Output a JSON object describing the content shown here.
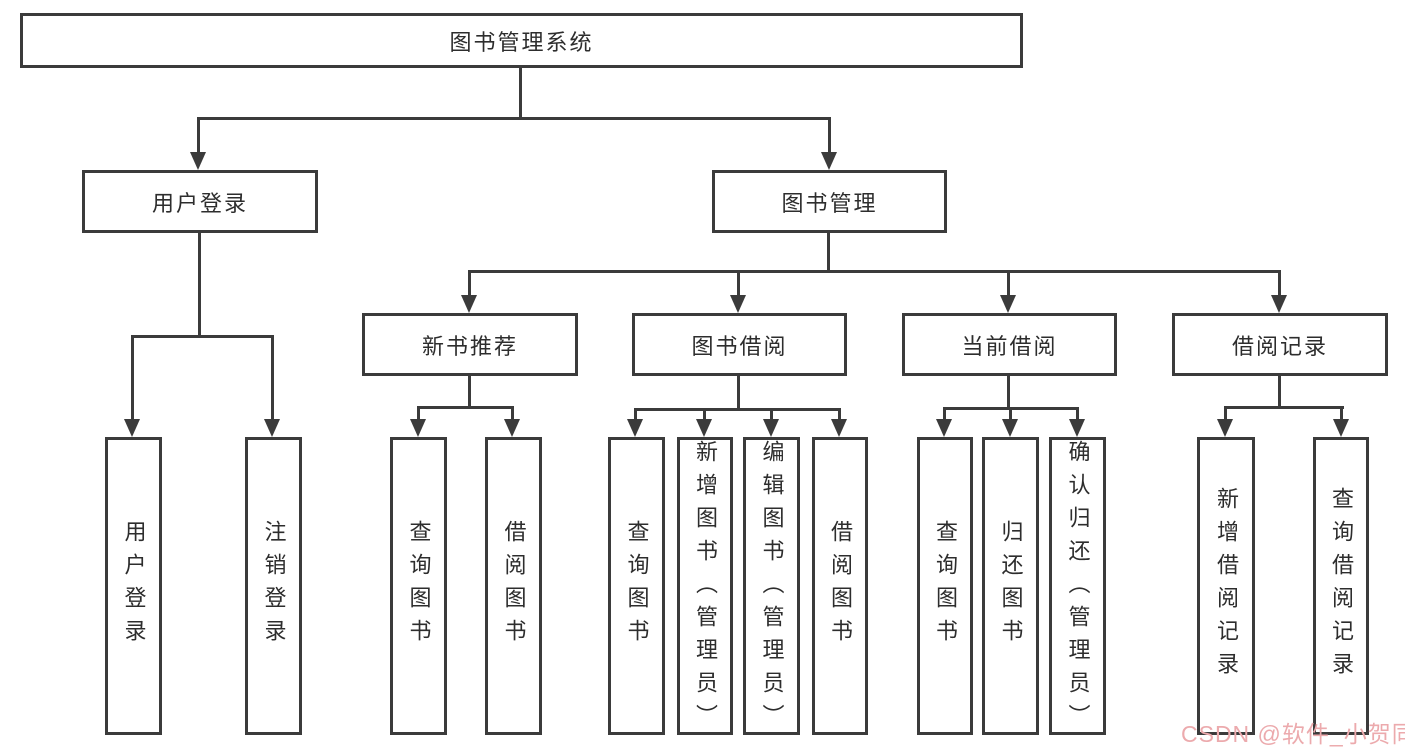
{
  "diagram": {
    "root": "图书管理系统",
    "user_login": {
      "label": "用户登录",
      "children": [
        "用户登录",
        "注销登录"
      ]
    },
    "book_mgmt": {
      "label": "图书管理",
      "sections": [
        {
          "label": "新书推荐",
          "children": [
            "查询图书",
            "借阅图书"
          ]
        },
        {
          "label": "图书借阅",
          "children": [
            "查询图书",
            "新增图书（管理员）",
            "编辑图书（管理员）",
            "借阅图书"
          ]
        },
        {
          "label": "当前借阅",
          "children": [
            "查询图书",
            "归还图书",
            "确认归还（管理员）"
          ]
        },
        {
          "label": "借阅记录",
          "children": [
            "新增借阅记录",
            "查询借阅记录"
          ]
        }
      ]
    }
  },
  "watermark": {
    "text": "CSDN @软件_小贺同学",
    "color": "#ecaaad"
  },
  "colors": {
    "line": "#3b3b3b",
    "text": "#2d2d2d",
    "background": "#ffffff"
  }
}
